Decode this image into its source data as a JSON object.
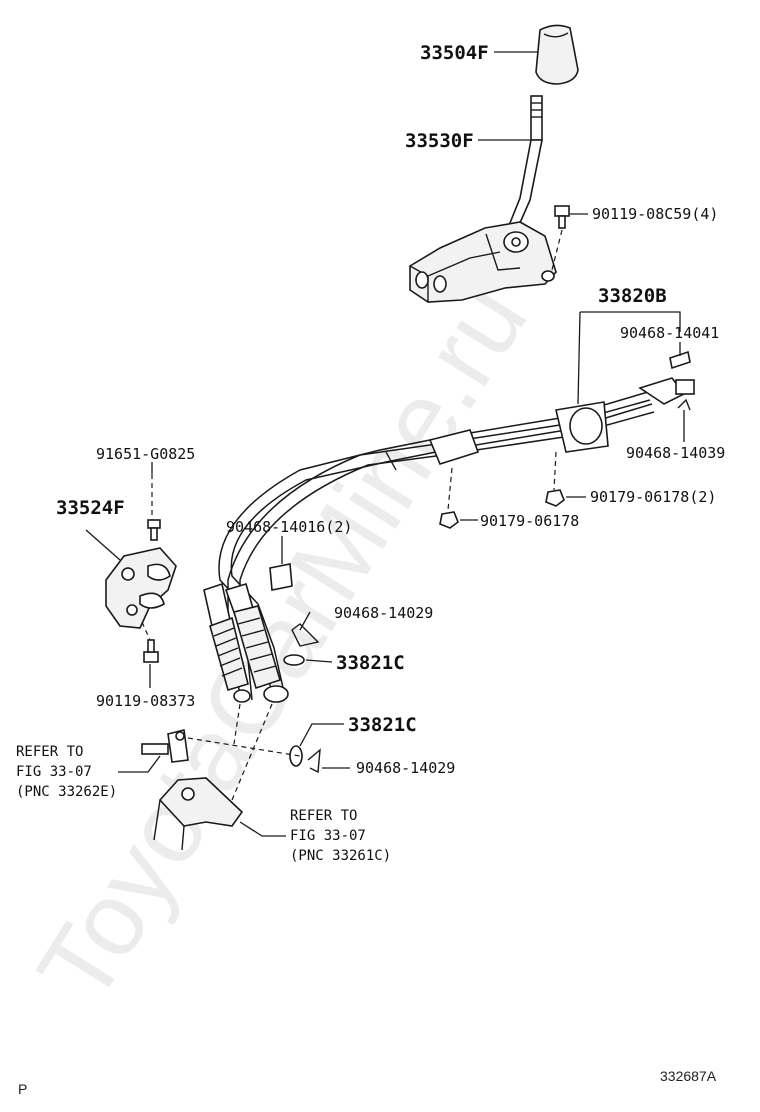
{
  "watermark": "ToyotaCarMine.ru",
  "labels": {
    "knob": "33504F",
    "lever": "33530F",
    "bolt_top": "90119-08C59(4)",
    "cable_assy": "33820B",
    "clip_a": "90468-14041",
    "clip_b": "90468-14039",
    "nut_a": "90179-06178(2)",
    "nut_b": "90179-06178",
    "bolt_bracket": "91651-G0825",
    "bracket": "33524F",
    "clip_c": "90468-14016(2)",
    "clip_d": "90468-14029",
    "washer_a": "33821C",
    "bolt_bottom": "90119-08373",
    "washer_b": "33821C",
    "clip_e": "90468-14029"
  },
  "refs": {
    "left": [
      "REFER TO",
      "FIG 33-07",
      "(PNC 33262E)"
    ],
    "right": [
      "REFER TO",
      "FIG 33-07",
      "(PNC 33261C)"
    ]
  },
  "footer": {
    "left": "P",
    "right": "332687A"
  }
}
